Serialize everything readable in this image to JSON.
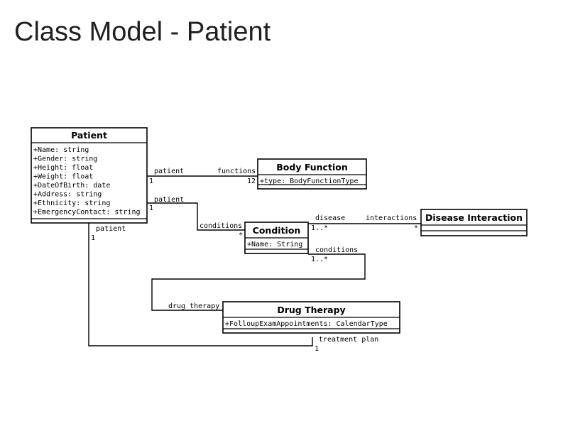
{
  "slide_title": "Class Model - Patient",
  "classes": {
    "patient": {
      "name": "Patient",
      "attributes": [
        "+Name: string",
        "+Gender: string",
        "+Height: float",
        "+Weight: float",
        "+DateOfBirth: date",
        "+Address: string",
        "+Ethnicity: string",
        "+EmergencyContact: string"
      ]
    },
    "body_function": {
      "name": "Body Function",
      "attributes": [
        "+type: BodyFunctionType"
      ]
    },
    "condition": {
      "name": "Condition",
      "attributes": [
        "+Name: String"
      ]
    },
    "disease_interaction": {
      "name": "Disease Interaction",
      "attributes": []
    },
    "drug_therapy": {
      "name": "Drug Therapy",
      "attributes": [
        "+FolloupExamAppointments: CalendarType"
      ]
    }
  },
  "associations": {
    "patient_body_function": {
      "role_a": "patient",
      "mult_a": "1",
      "role_b": "functions",
      "mult_b": "12"
    },
    "patient_condition": {
      "role_a": "patient",
      "mult_a": "1",
      "role_b": "conditions",
      "mult_b": "*"
    },
    "condition_disease_interaction": {
      "role_a": "disease",
      "mult_a": "1..*",
      "role_b": "interactions",
      "mult_b": "*"
    },
    "condition_drug_therapy": {
      "role_a": "conditions",
      "mult_a": "1..*",
      "role_b": "drug therapy"
    },
    "patient_drug_therapy": {
      "role_a": "patient",
      "mult_a": "1",
      "role_b": "treatment plan",
      "mult_b": "1"
    }
  }
}
